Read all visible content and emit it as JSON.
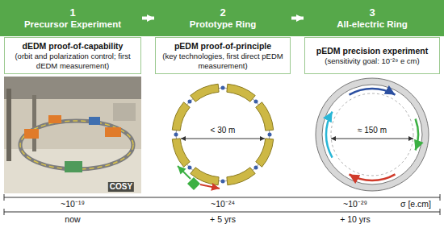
{
  "diagram": {
    "nodes": [
      {
        "text": [
          "1",
          "Precursor Experiment"
        ]
      },
      {
        "text": [
          "2",
          "Prototype Ring"
        ]
      },
      {
        "text": [
          "3",
          "All-electric Ring"
        ]
      },
      {
        "text": [
          "dEDM proof-of-capability",
          "(orbit and polarization control; first dEDM measurement)"
        ]
      },
      {
        "text": [
          "pEDM proof-of-principle",
          "(key technologies, first direct pEDM measurement)"
        ]
      },
      {
        "text": [
          "pEDM precision experiment",
          "(sensitivity goal: 10⁻²⁹ e cm)"
        ]
      }
    ],
    "edges": [
      {
        "from": 0,
        "to": 1,
        "arrow": "to"
      },
      {
        "from": 1,
        "to": 2,
        "arrow": "to"
      }
    ],
    "labels": [
      "COSY",
      "< 30 m",
      "≈ 150 m",
      "~10⁻¹⁹",
      "~10⁻²⁴",
      "~10⁻²⁹",
      "σ [e.cm]",
      "now",
      "+ 5 yrs",
      "+ 10 yrs"
    ]
  }
}
